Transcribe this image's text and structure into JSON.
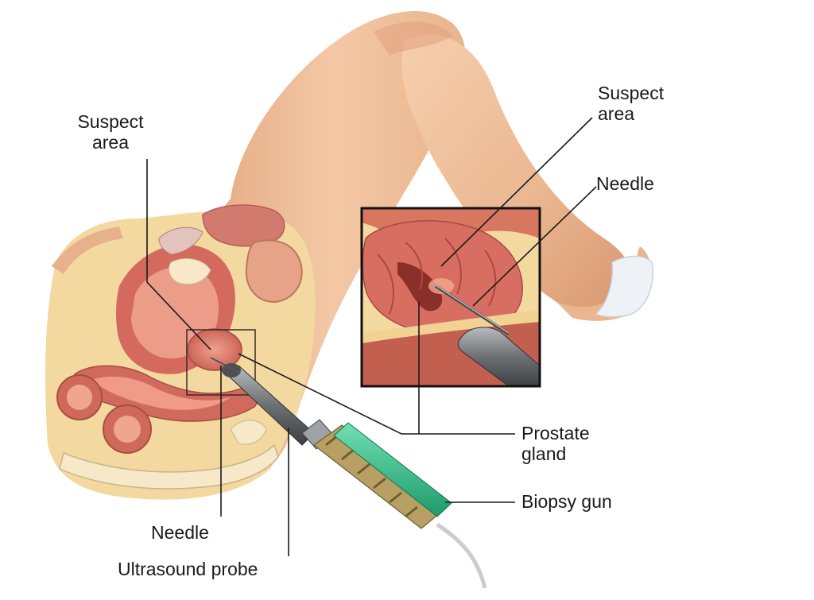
{
  "labels": {
    "left_suspect_line1": "Suspect",
    "left_suspect_line2": "area",
    "right_suspect_line1": "Suspect",
    "right_suspect_line2": "area",
    "right_needle": "Needle",
    "prostate_line1": "Prostate",
    "prostate_line2": "gland",
    "biopsy_gun": "Biopsy gun",
    "bottom_needle": "Needle",
    "ultrasound_probe": "Ultrasound probe"
  },
  "colors": {
    "skin": "#efbf9d",
    "skin_shadow": "#d99b75",
    "tissue": "#c9645a",
    "tissue_light": "#e69a86",
    "fat": "#f3d9a0",
    "bone": "#f6e8c8",
    "gun_green": "#3fbf8f",
    "gun_gold": "#b8a064",
    "probe_gray": "#7a7e80",
    "leader": "#1a1a1a"
  }
}
